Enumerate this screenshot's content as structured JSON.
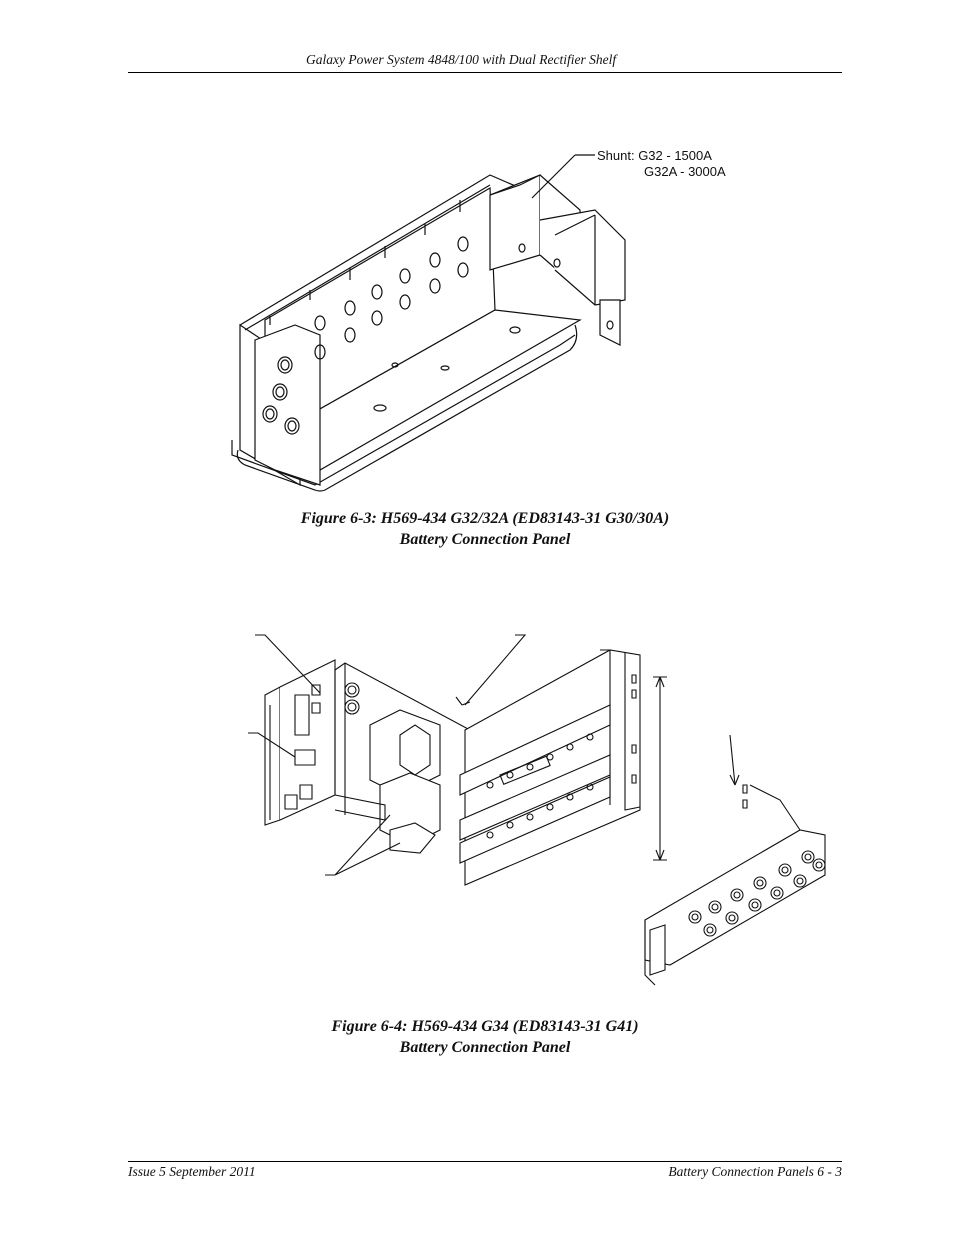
{
  "header": {
    "title": "Galaxy Power System 4848/100 with Dual Rectifier Shelf"
  },
  "figure_1": {
    "shunt_label_line1": "Shunt: G32 - 1500A",
    "shunt_label_line2": "G32A - 3000A",
    "caption_line1": "Figure 6-3: H569-434 G32/32A (ED83143-31 G30/30A)",
    "caption_line2": "Battery Connection Panel"
  },
  "figure_2": {
    "caption_line1": "Figure 6-4: H569-434 G34 (ED83143-31 G41)",
    "caption_line2": "Battery Connection Panel"
  },
  "footer": {
    "left": "Issue 5 September 2011",
    "right": "Battery Connection Panels  6 - 3"
  }
}
